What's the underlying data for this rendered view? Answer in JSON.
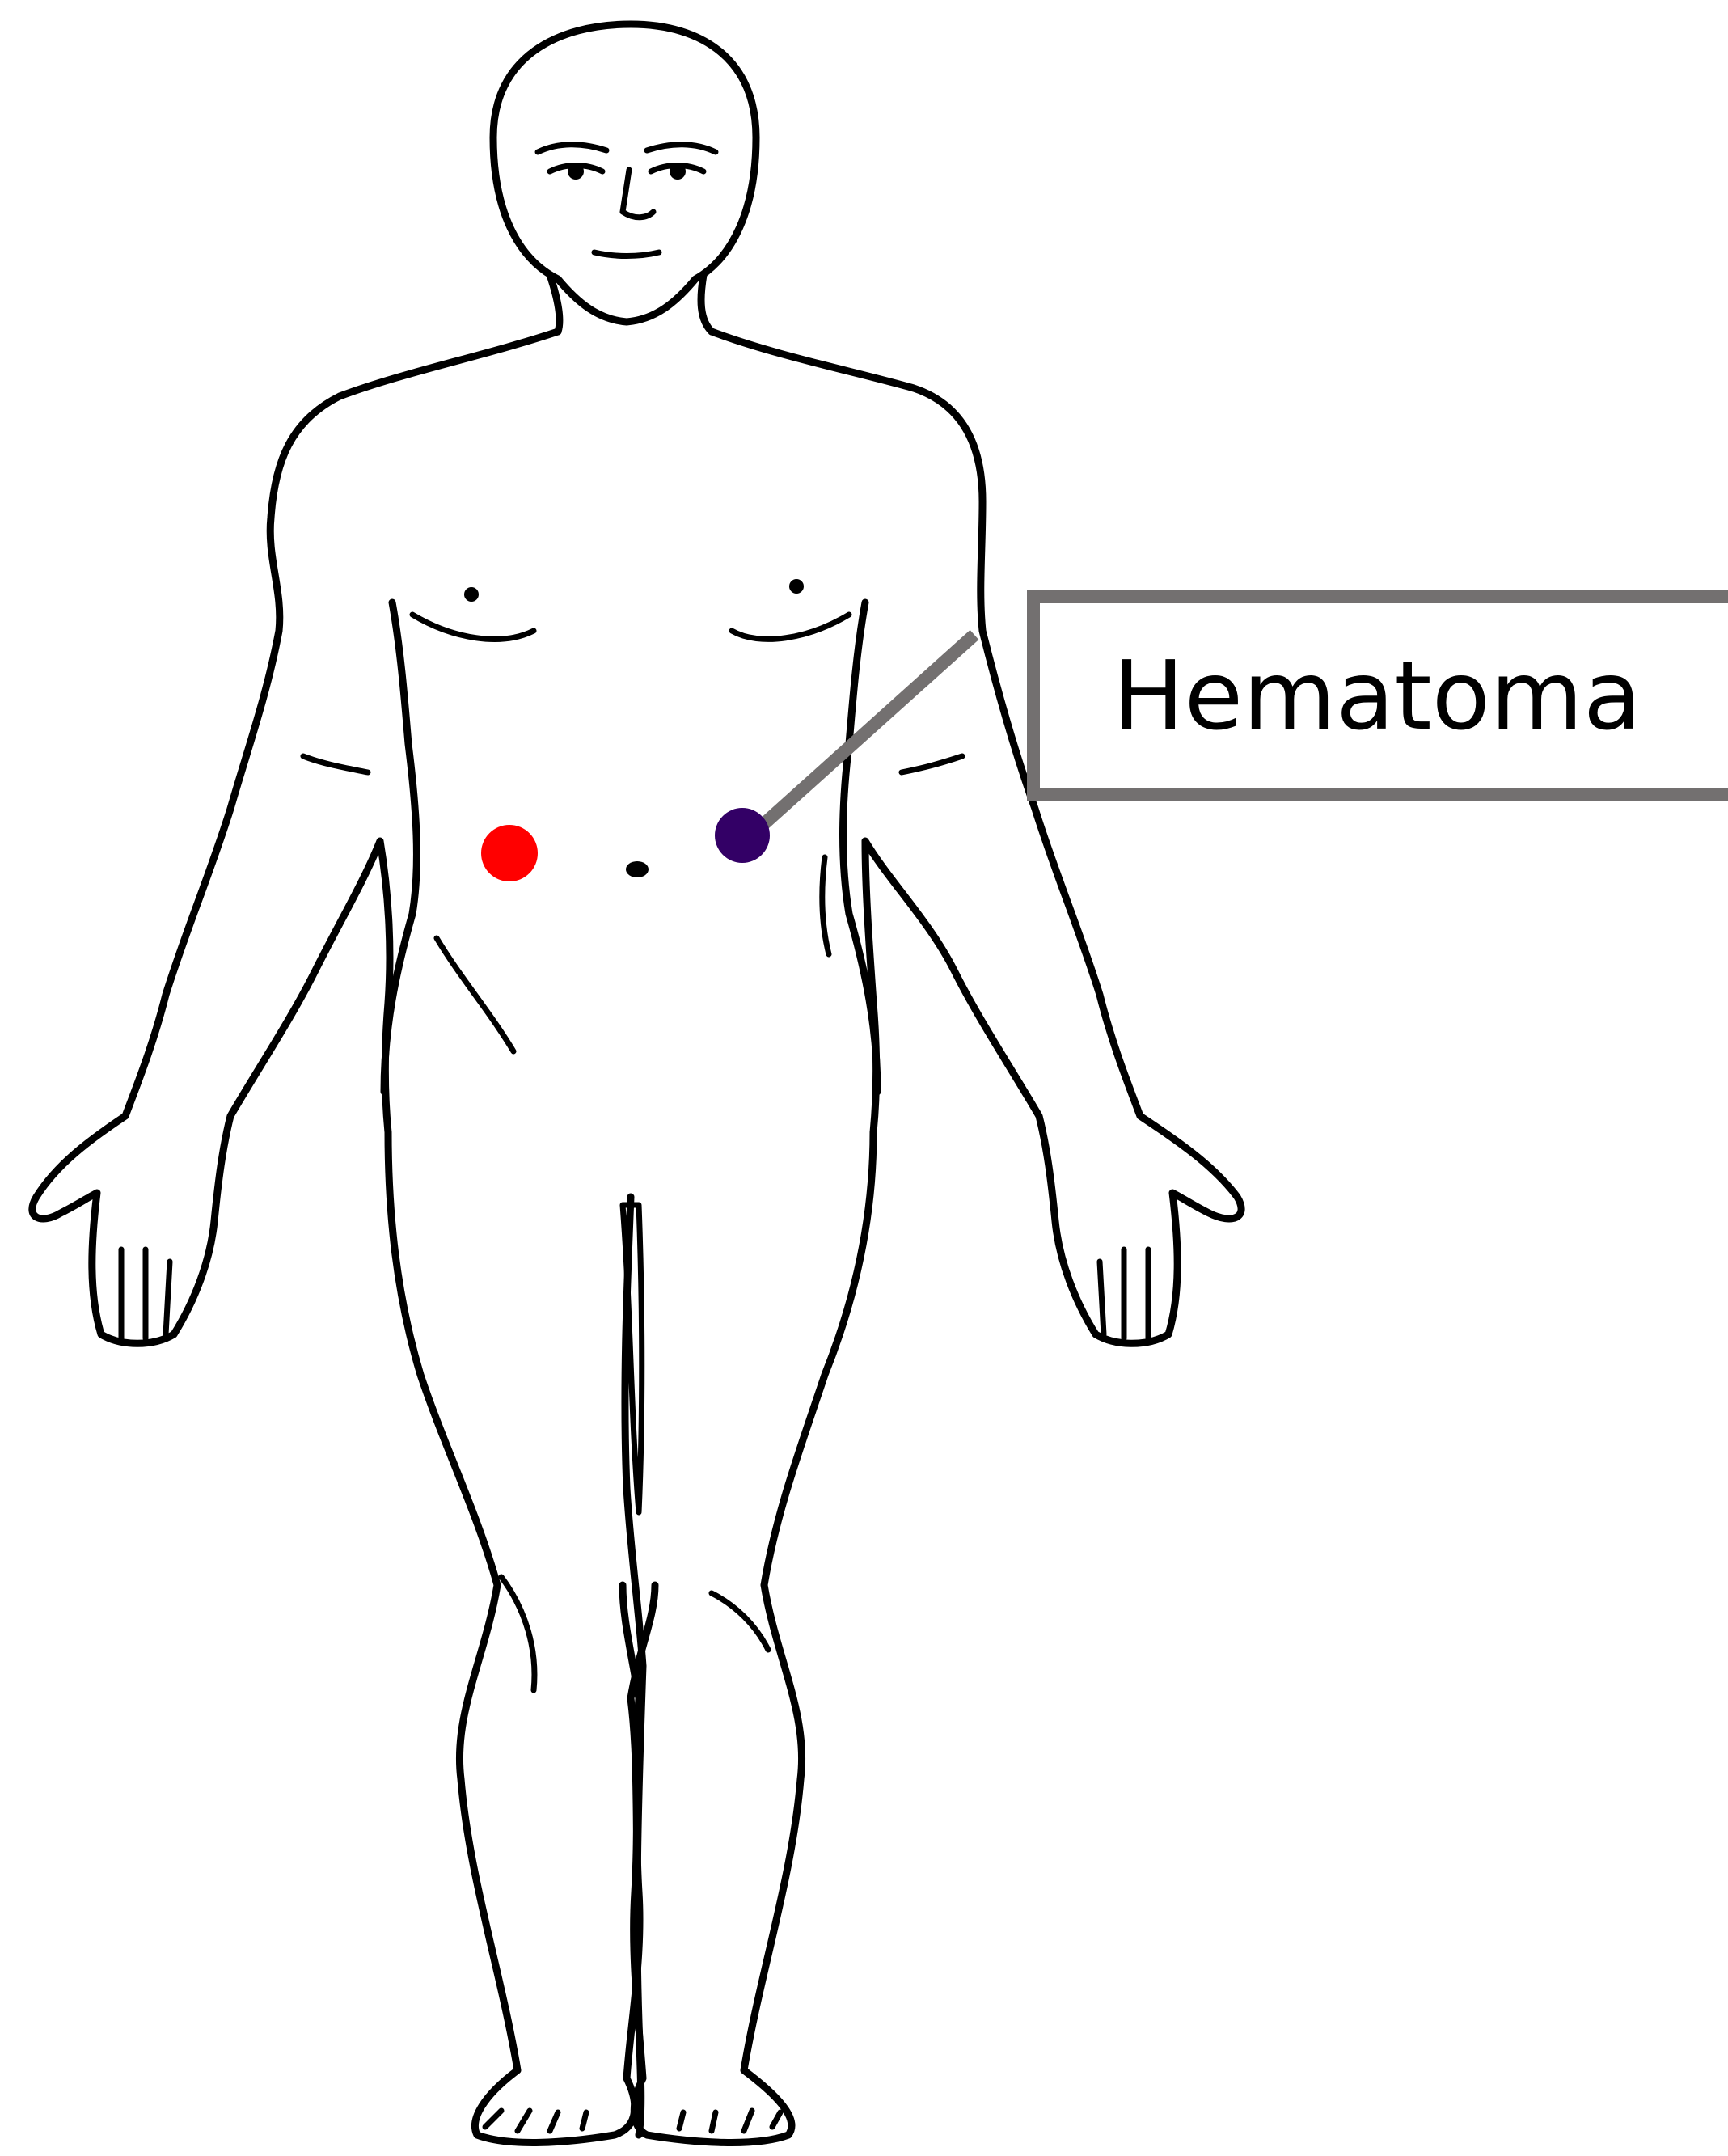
{
  "figure": {
    "subject": "human-body-front-outline",
    "markers": [
      {
        "name": "right-abdomen-marker",
        "color": "#ff0000"
      },
      {
        "name": "hematoma-marker",
        "color": "#330066"
      }
    ],
    "callout": {
      "label": "Hematoma",
      "border_color": "#737070",
      "leader_color": "#737070"
    }
  }
}
